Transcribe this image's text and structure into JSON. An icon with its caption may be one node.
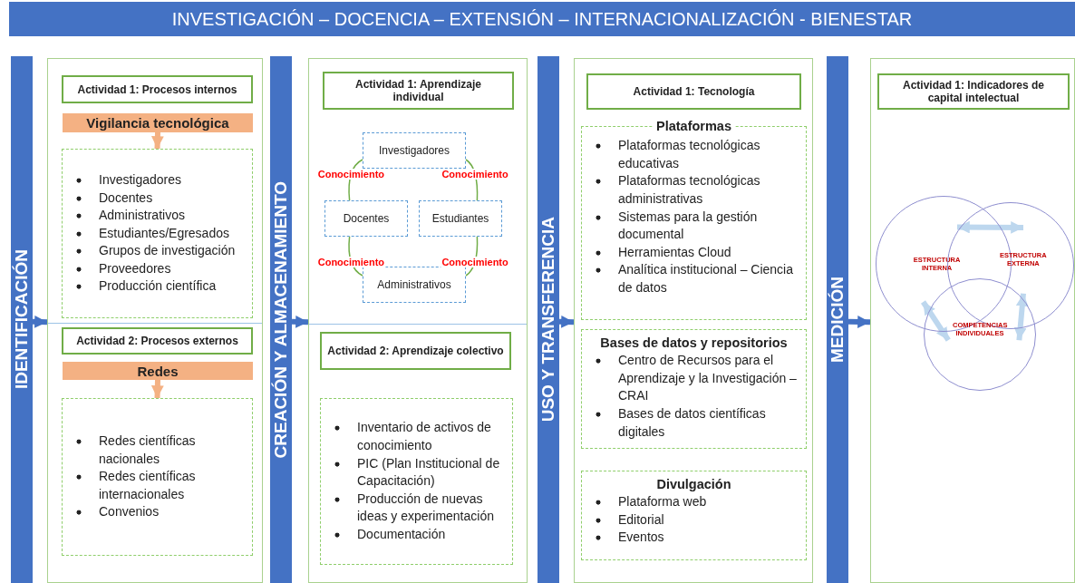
{
  "diagram": {
    "title": "INVESTIGACIÓN – DOCENCIA – EXTENSIÓN – INTERNACIONALIZACIÓN - BIENESTAR",
    "nodes": [
      {
        "text": [
          "IDENTIFICACIÓN"
        ]
      },
      {
        "text": [],
        "shape": "box"
      },
      {
        "text": [
          "Actividad 1: Procesos internos"
        ],
        "in": 1
      },
      {
        "text": [
          "Vigilancia tecnológica"
        ],
        "in": 1
      },
      {
        "text": [
          "Investigadores",
          "Docentes",
          "Administrativos",
          "Estudiantes/Egresados",
          "Grupos de investigación",
          "Proveedores",
          "Producción científica"
        ],
        "in": 1
      },
      {
        "text": [
          "Actividad 2: Procesos externos"
        ],
        "in": 1
      },
      {
        "text": [
          "Redes"
        ],
        "in": 1
      },
      {
        "text": [
          "Redes científicas nacionales",
          "Redes científicas internacionales",
          "Convenios"
        ],
        "in": 1
      },
      {
        "text": [
          "CREACIÓN Y ALMACENAMIENTO"
        ]
      },
      {
        "text": [],
        "shape": "box"
      },
      {
        "text": [
          "Actividad 1: Aprendizaje individual"
        ],
        "in": 9
      },
      {
        "text": [
          "Investigadores"
        ],
        "in": 9
      },
      {
        "text": [
          "Docentes"
        ],
        "in": 9
      },
      {
        "text": [
          "Estudiantes"
        ],
        "in": 9
      },
      {
        "text": [
          "Administrativos"
        ],
        "in": 9
      },
      {
        "text": [
          "Actividad 2: Aprendizaje colectivo"
        ],
        "in": 9
      },
      {
        "text": [
          "Inventario de activos de conocimiento",
          "PIC (Plan Institucional de Capacitación)",
          "Producción de nuevas ideas y experimentación",
          "Documentación"
        ],
        "in": 9
      },
      {
        "text": [
          "USO Y TRANSFERENCIA"
        ]
      },
      {
        "text": [],
        "shape": "box"
      },
      {
        "text": [
          "Actividad 1: Tecnología"
        ],
        "in": 18
      },
      {
        "text": [
          "Plataformas",
          "Plataformas tecnológicas educativas",
          "Plataformas tecnológicas administrativas",
          "Sistemas para la gestión documental",
          "Herramientas Cloud",
          "Analítica institucional – Ciencia de datos"
        ],
        "in": 18
      },
      {
        "text": [
          "Bases de datos y repositorios",
          "Centro de Recursos para el Aprendizaje y la Investigación – CRAI",
          "Bases de datos científicas digitales"
        ],
        "in": 18
      },
      {
        "text": [
          "Divulgación",
          "Plataforma web",
          "Editorial",
          "Eventos"
        ],
        "in": 18
      },
      {
        "text": [
          "MEDICIÓN"
        ]
      },
      {
        "text": [],
        "shape": "box"
      },
      {
        "text": [
          "Actividad 1: Indicadores de capital intelectual"
        ],
        "in": 24
      },
      {
        "text": [
          "ESTRUCTURA INTERNA"
        ],
        "in": 24
      },
      {
        "text": [
          "ESTRUCTURA EXTERNA"
        ],
        "in": 24
      },
      {
        "text": [
          "COMPETENCIAS INDIVIDUALES"
        ],
        "in": 24
      }
    ],
    "edges": [
      {
        "from": 0,
        "to": 1,
        "arrow": "to",
        "color": "#4472c4"
      },
      {
        "from": 3,
        "to": 4,
        "arrow": "to",
        "color": "#f4b183"
      },
      {
        "from": 6,
        "to": 7,
        "arrow": "to",
        "color": "#f4b183"
      },
      {
        "from": 8,
        "to": 9,
        "arrow": "to",
        "color": "#4472c4"
      },
      {
        "from": 11,
        "to": 12,
        "arrow": "none",
        "label": "Conocimiento",
        "color": "#70ad47"
      },
      {
        "from": 11,
        "to": 13,
        "arrow": "none",
        "label": "Conocimiento",
        "color": "#70ad47"
      },
      {
        "from": 12,
        "to": 14,
        "arrow": "none",
        "label": "Conocimiento",
        "color": "#70ad47"
      },
      {
        "from": 13,
        "to": 14,
        "arrow": "none",
        "label": "Conocimiento",
        "color": "#70ad47"
      },
      {
        "from": 17,
        "to": 18,
        "arrow": "to",
        "color": "#4472c4"
      },
      {
        "from": 23,
        "to": 24,
        "arrow": "to",
        "color": "#4472c4"
      },
      {
        "from": 26,
        "to": 27,
        "arrow": "both",
        "color": "#bdd7ee"
      },
      {
        "from": 26,
        "to": 28,
        "arrow": "both",
        "color": "#bdd7ee"
      },
      {
        "from": 27,
        "to": 28,
        "arrow": "both",
        "color": "#bdd7ee"
      }
    ]
  }
}
